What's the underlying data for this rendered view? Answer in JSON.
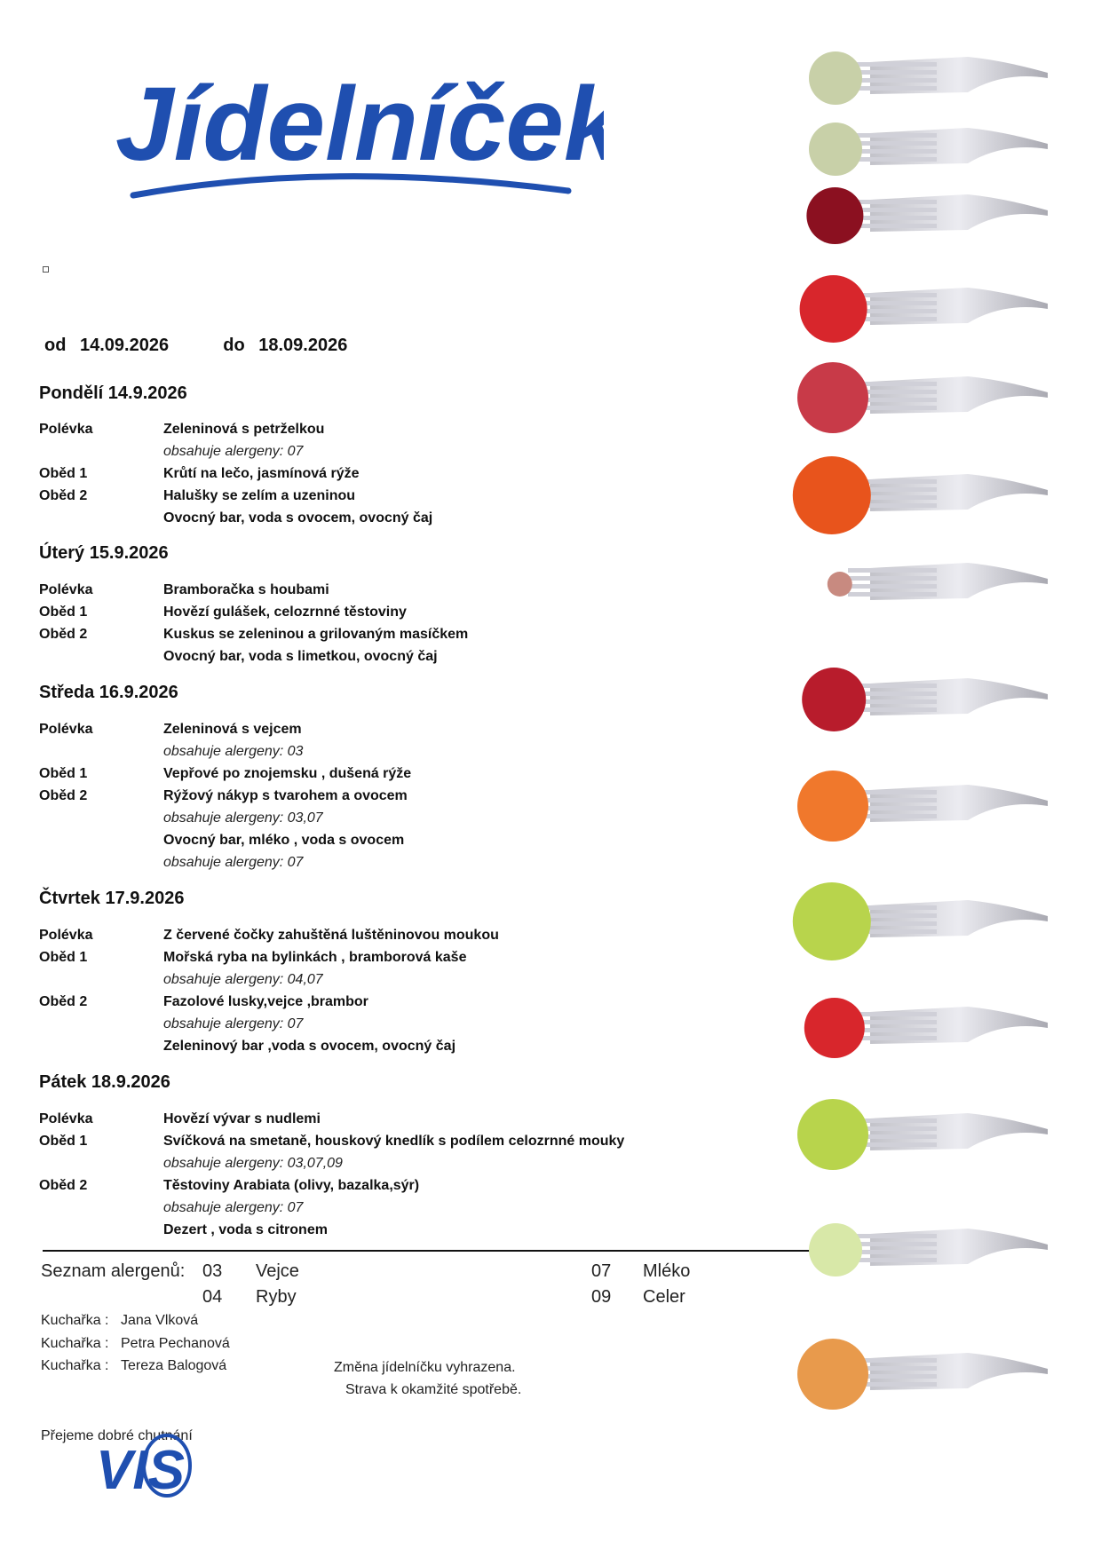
{
  "header": {
    "title": "Jídelníček",
    "title_color": "#1f4fb0"
  },
  "range": {
    "from_label": "od",
    "from_date": "14.09.2026",
    "to_label": "do",
    "to_date": "18.09.2026"
  },
  "days": [
    {
      "title": "Pondělí 14.9.2026",
      "rows": [
        {
          "label": "Polévka",
          "text": "Zeleninová s petrželkou"
        },
        {
          "label": "",
          "text": "obsahuje alergeny: 07",
          "italic": true
        },
        {
          "label": "Oběd 1",
          "text": "Krůtí na lečo, jasmínová rýže"
        },
        {
          "label": "Oběd 2",
          "text": "Halušky se zelím a uzeninou"
        },
        {
          "label": "",
          "text": "Ovocný bar, voda s ovocem, ovocný čaj"
        }
      ]
    },
    {
      "title": "Úterý 15.9.2026",
      "rows": [
        {
          "label": "Polévka",
          "text": "Bramboračka s houbami"
        },
        {
          "label": "Oběd 1",
          "text": "Hovězí gulášek, celozrnné těstoviny"
        },
        {
          "label": "Oběd 2",
          "text": "Kuskus se zeleninou a grilovaným masíčkem"
        },
        {
          "label": "",
          "text": "Ovocný bar, voda s limetkou, ovocný čaj"
        }
      ]
    },
    {
      "title": "Středa 16.9.2026",
      "rows": [
        {
          "label": "Polévka",
          "text": "Zeleninová s vejcem"
        },
        {
          "label": "",
          "text": "obsahuje alergeny: 03",
          "italic": true
        },
        {
          "label": "Oběd 1",
          "text": "Vepřové po znojemsku , dušená rýže"
        },
        {
          "label": "Oběd 2",
          "text": "Rýžový nákyp s tvarohem a ovocem"
        },
        {
          "label": "",
          "text": "obsahuje alergeny: 03,07",
          "italic": true
        },
        {
          "label": "",
          "text": "Ovocný bar, mléko , voda s ovocem"
        },
        {
          "label": "",
          "text": "obsahuje alergeny: 07",
          "italic": true
        }
      ]
    },
    {
      "title": "Čtvrtek 17.9.2026",
      "rows": [
        {
          "label": "Polévka",
          "text": "Z červené čočky zahuštěná luštěninovou moukou"
        },
        {
          "label": "Oběd 1",
          "text": "Mořská ryba na bylinkách , bramborová kaše"
        },
        {
          "label": "",
          "text": "obsahuje alergeny: 04,07",
          "italic": true
        },
        {
          "label": "Oběd 2",
          "text": "Fazolové lusky,vejce ,brambor"
        },
        {
          "label": "",
          "text": "obsahuje alergeny: 07",
          "italic": true
        },
        {
          "label": "",
          "text": "Zeleninový bar ,voda s ovocem, ovocný čaj"
        }
      ]
    },
    {
      "title": "Pátek 18.9.2026",
      "rows": [
        {
          "label": "Polévka",
          "text": "Hovězí vývar s nudlemi"
        },
        {
          "label": "Oběd 1",
          "text": "Svíčková na smetaně, houskový knedlík s podílem celozrnné mouky"
        },
        {
          "label": "",
          "text": "obsahuje alergeny: 03,07,09",
          "italic": true
        },
        {
          "label": "Oběd 2",
          "text": "Těstoviny Arabiata (olivy, bazalka,sýr)"
        },
        {
          "label": "",
          "text": "obsahuje alergeny: 07",
          "italic": true
        },
        {
          "label": "",
          "text": "Dezert , voda s citronem"
        }
      ]
    }
  ],
  "allergens": {
    "label": "Seznam alergenů:",
    "items": [
      {
        "code": "03",
        "name": "Vejce"
      },
      {
        "code": "04",
        "name": "Ryby"
      },
      {
        "code": "07",
        "name": "Mléko"
      },
      {
        "code": "09",
        "name": "Celer"
      }
    ]
  },
  "cooks": {
    "label": "Kuchařka :",
    "names": [
      "Jana Vlková",
      "Petra Pechanová",
      "Tereza Balogová"
    ]
  },
  "notes": [
    "Změna jídelníčku vyhrazena.",
    "Strava k okamžité spotřebě."
  ],
  "footer": {
    "greeting": "Přejeme dobré chutnání",
    "logo": "VIS",
    "logo_color": "#1f4fb0"
  }
}
